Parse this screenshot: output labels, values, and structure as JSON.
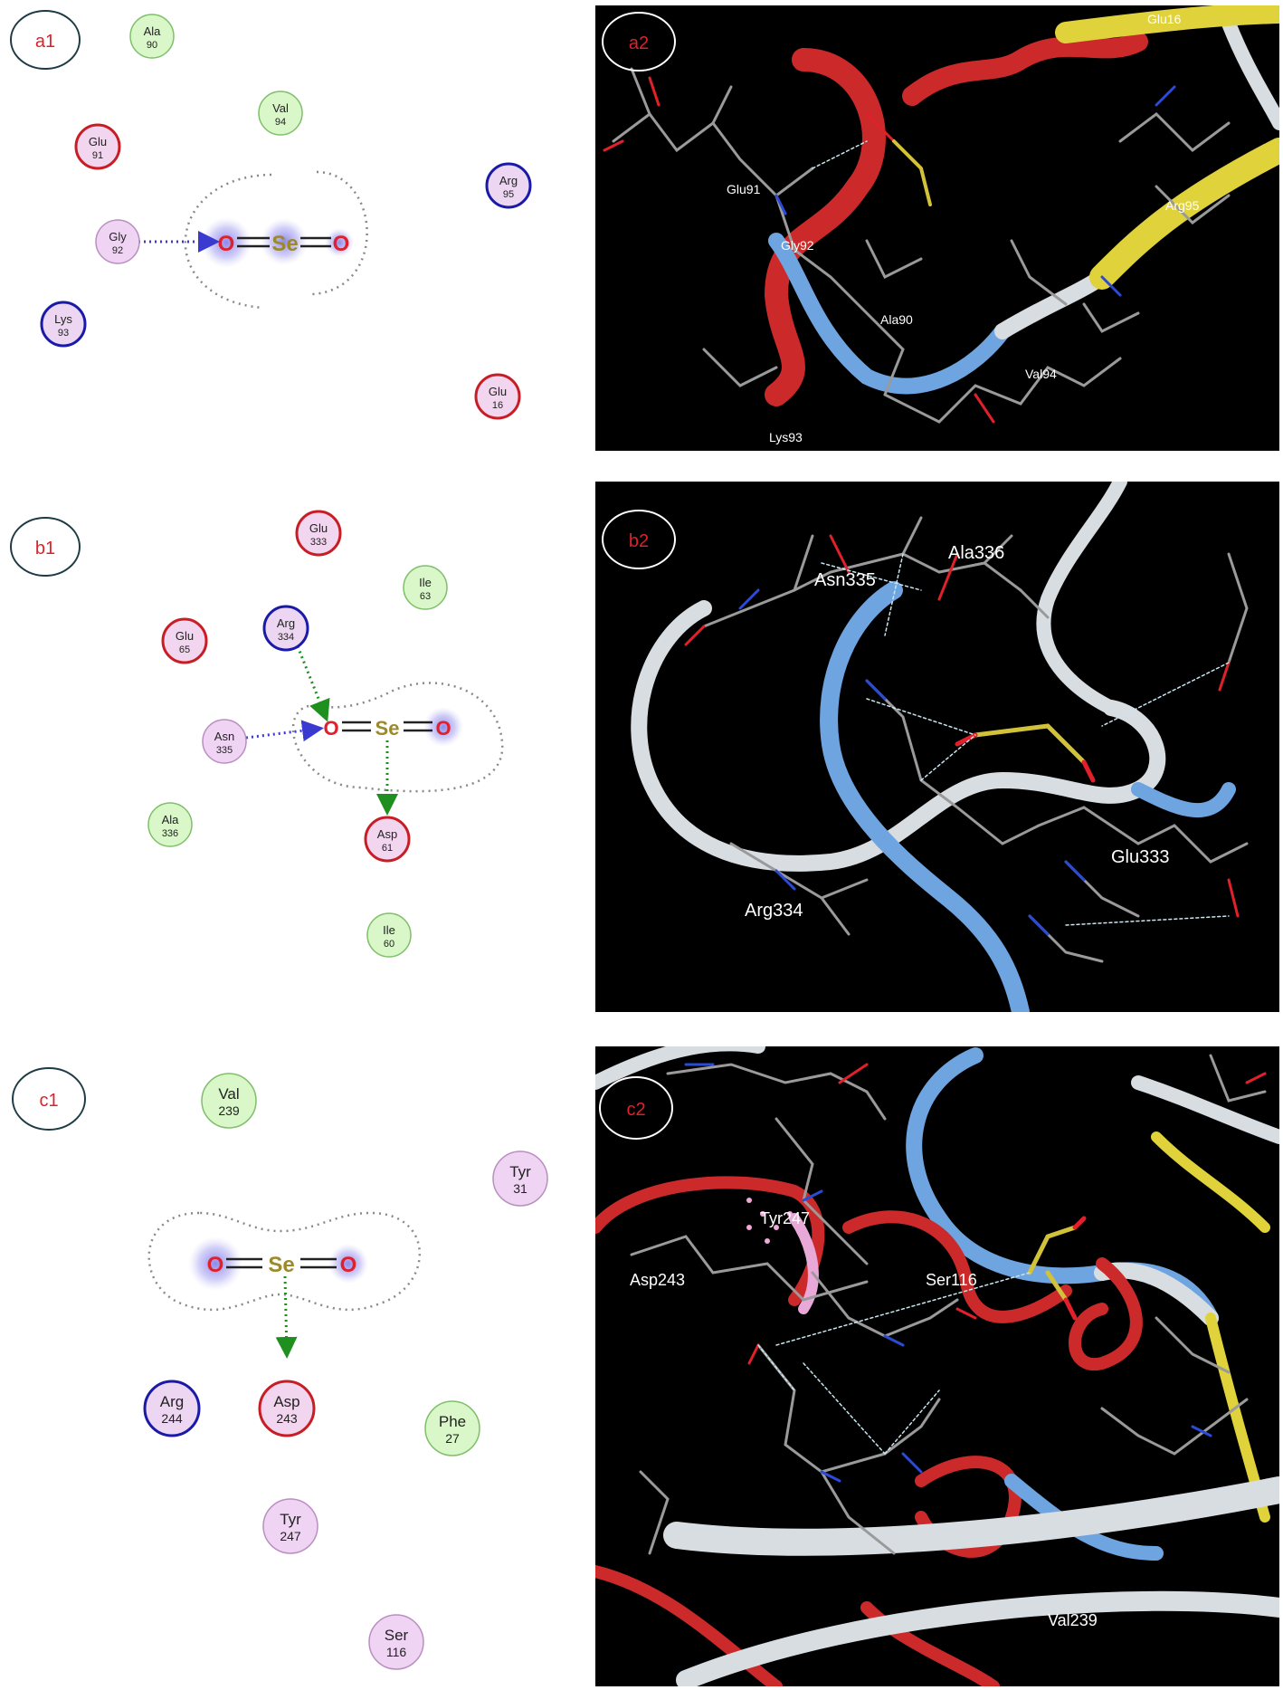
{
  "panels": {
    "a1": {
      "label": "a1",
      "residues": [
        {
          "name": "Ala",
          "num": "90",
          "kind": "hydrophobic"
        },
        {
          "name": "Val",
          "num": "94",
          "kind": "hydrophobic"
        },
        {
          "name": "Glu",
          "num": "91",
          "kind": "acidic"
        },
        {
          "name": "Arg",
          "num": "95",
          "kind": "basic"
        },
        {
          "name": "Gly",
          "num": "92",
          "kind": "polar"
        },
        {
          "name": "Lys",
          "num": "93",
          "kind": "basic"
        },
        {
          "name": "Glu",
          "num": "16",
          "kind": "acidic"
        }
      ],
      "ligand": {
        "o1": "O",
        "se": "Se",
        "o2": "O"
      }
    },
    "a2": {
      "label": "a2",
      "labels": [
        "Glu16",
        "Glu91",
        "Gly92",
        "Arg95",
        "Ala90",
        "Val94",
        "Lys93"
      ]
    },
    "b1": {
      "label": "b1",
      "residues": [
        {
          "name": "Glu",
          "num": "333",
          "kind": "acidic"
        },
        {
          "name": "Ile",
          "num": "63",
          "kind": "hydrophobic"
        },
        {
          "name": "Glu",
          "num": "65",
          "kind": "acidic"
        },
        {
          "name": "Arg",
          "num": "334",
          "kind": "basic"
        },
        {
          "name": "Asn",
          "num": "335",
          "kind": "polar"
        },
        {
          "name": "Ala",
          "num": "336",
          "kind": "hydrophobic"
        },
        {
          "name": "Asp",
          "num": "61",
          "kind": "acidic"
        },
        {
          "name": "Ile",
          "num": "60",
          "kind": "hydrophobic"
        }
      ],
      "ligand": {
        "o1": "O",
        "se": "Se",
        "o2": "O"
      }
    },
    "b2": {
      "label": "b2",
      "labels": [
        "Ala336",
        "Asn335",
        "Glu333",
        "Arg334"
      ]
    },
    "c1": {
      "label": "c1",
      "residues": [
        {
          "name": "Val",
          "num": "239",
          "kind": "hydrophobic"
        },
        {
          "name": "Tyr",
          "num": "31",
          "kind": "polar"
        },
        {
          "name": "Arg",
          "num": "244",
          "kind": "basic"
        },
        {
          "name": "Asp",
          "num": "243",
          "kind": "acidic"
        },
        {
          "name": "Phe",
          "num": "27",
          "kind": "hydrophobic"
        },
        {
          "name": "Tyr",
          "num": "247",
          "kind": "polar"
        },
        {
          "name": "Ser",
          "num": "116",
          "kind": "polar"
        }
      ],
      "ligand": {
        "o1": "O",
        "se": "Se",
        "o2": "O"
      }
    },
    "c2": {
      "label": "c2",
      "labels": [
        "Tyr247",
        "Asp243",
        "Ser116",
        "Val239"
      ]
    }
  },
  "colors": {
    "hydrophobic_fill": "#d9f7c9",
    "hydrophobic_stroke": "#7fbf6a",
    "polar_fill": "#f0d4f4",
    "polar_stroke": "#b98fc0",
    "acidic_fill": "#f2d6ef",
    "acidic_stroke": "#c81d25",
    "basic_fill": "#ecd6f2",
    "basic_stroke": "#1a1aa8",
    "oxygen": "#e0202a",
    "selenium": "#9c8a2a",
    "hbond_blue": "#3a3ad0",
    "hbond_green": "#1f8f1f",
    "panel_label": "#e0202a",
    "helix": "#cc2a2a",
    "coil_white": "#d8dde2",
    "coil_blue": "#6ea4e0",
    "strand_yellow": "#e0d23a"
  }
}
